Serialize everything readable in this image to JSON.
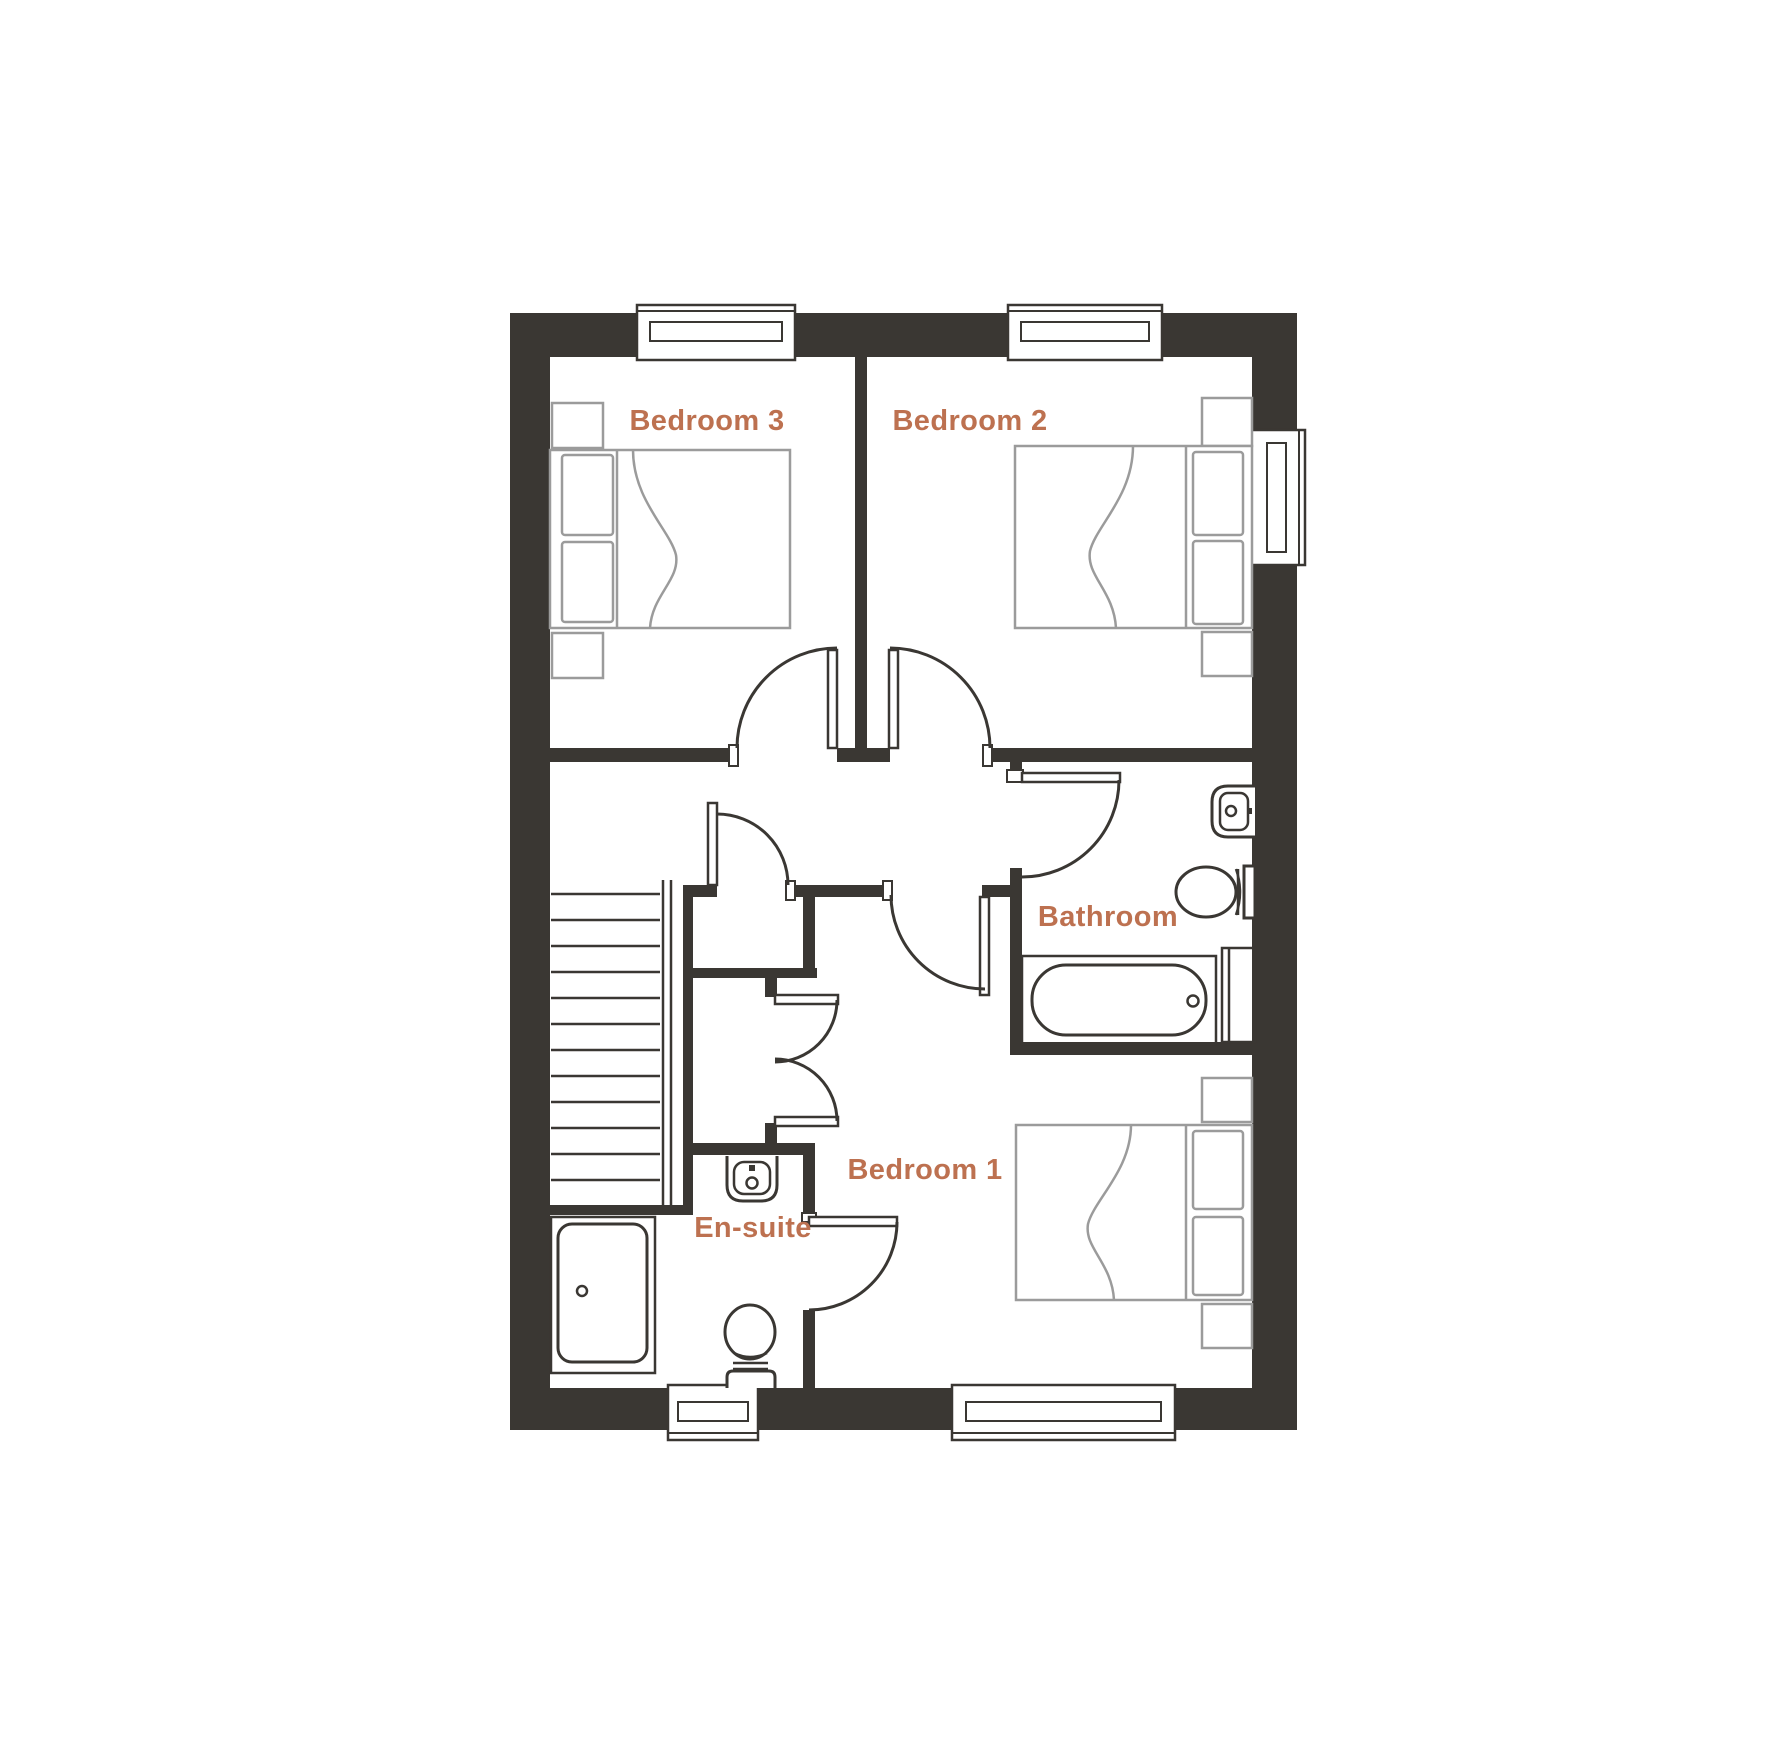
{
  "page": {
    "background": "#ffffff",
    "type": "floor-plan"
  },
  "colors": {
    "wall": "#3a3733",
    "label": "#bd7150",
    "furniture": "#9b9b9b"
  },
  "rooms": [
    {
      "id": "bedroom-3",
      "label": "Bedroom 3"
    },
    {
      "id": "bedroom-2",
      "label": "Bedroom 2"
    },
    {
      "id": "bathroom",
      "label": "Bathroom"
    },
    {
      "id": "bedroom-1",
      "label": "Bedroom 1"
    },
    {
      "id": "en-suite",
      "label": "En-suite"
    }
  ]
}
